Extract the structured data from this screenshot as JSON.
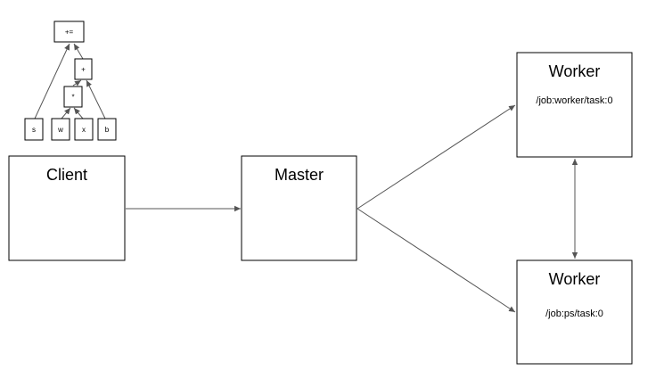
{
  "graph": {
    "ops": {
      "assign_add": "+=",
      "add": "+",
      "mul": "*",
      "s": "s",
      "w": "w",
      "x": "x",
      "b": "b"
    }
  },
  "client": {
    "label": "Client"
  },
  "master": {
    "label": "Master"
  },
  "workers": [
    {
      "label": "Worker",
      "device": "/job:worker/task:0"
    },
    {
      "label": "Worker",
      "device": "/job:ps/task:0"
    }
  ]
}
